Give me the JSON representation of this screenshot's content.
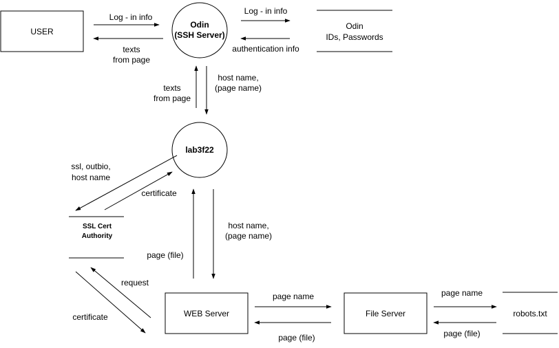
{
  "entities": {
    "user": "USER",
    "web_server": "WEB Server",
    "file_server": "File Server"
  },
  "processes": {
    "odin": {
      "line1": "Odin",
      "line2": "(SSH Server)"
    },
    "lab": "lab3f22"
  },
  "stores": {
    "odin_store": {
      "line1": "Odin",
      "line2": "IDs, Passwords"
    },
    "ssl": {
      "line1": "SSL Cert",
      "line2": "Authority"
    },
    "robots": "robots.txt"
  },
  "flows": {
    "user_to_odin": "Log - in info",
    "odin_to_user": {
      "line1": "texts",
      "line2": "from page"
    },
    "odin_to_store": "Log - in info",
    "store_to_odin": "authentication info",
    "lab_to_odin": {
      "line1": "texts",
      "line2": "from page"
    },
    "odin_to_lab": {
      "line1": "host name,",
      "line2": "(page name)"
    },
    "lab_to_ssl": {
      "line1": "ssl, outbio,",
      "line2": "host name"
    },
    "ssl_to_lab": "certificate",
    "lab_to_web": {
      "line1": "host name,",
      "line2": "(page name)"
    },
    "web_to_lab": "page (file)",
    "web_to_ssl": "request",
    "ssl_to_web": "certificate",
    "web_to_file": "page name",
    "file_to_web": "page (file)",
    "file_to_robots": "page name",
    "robots_to_file": "page (file)"
  }
}
